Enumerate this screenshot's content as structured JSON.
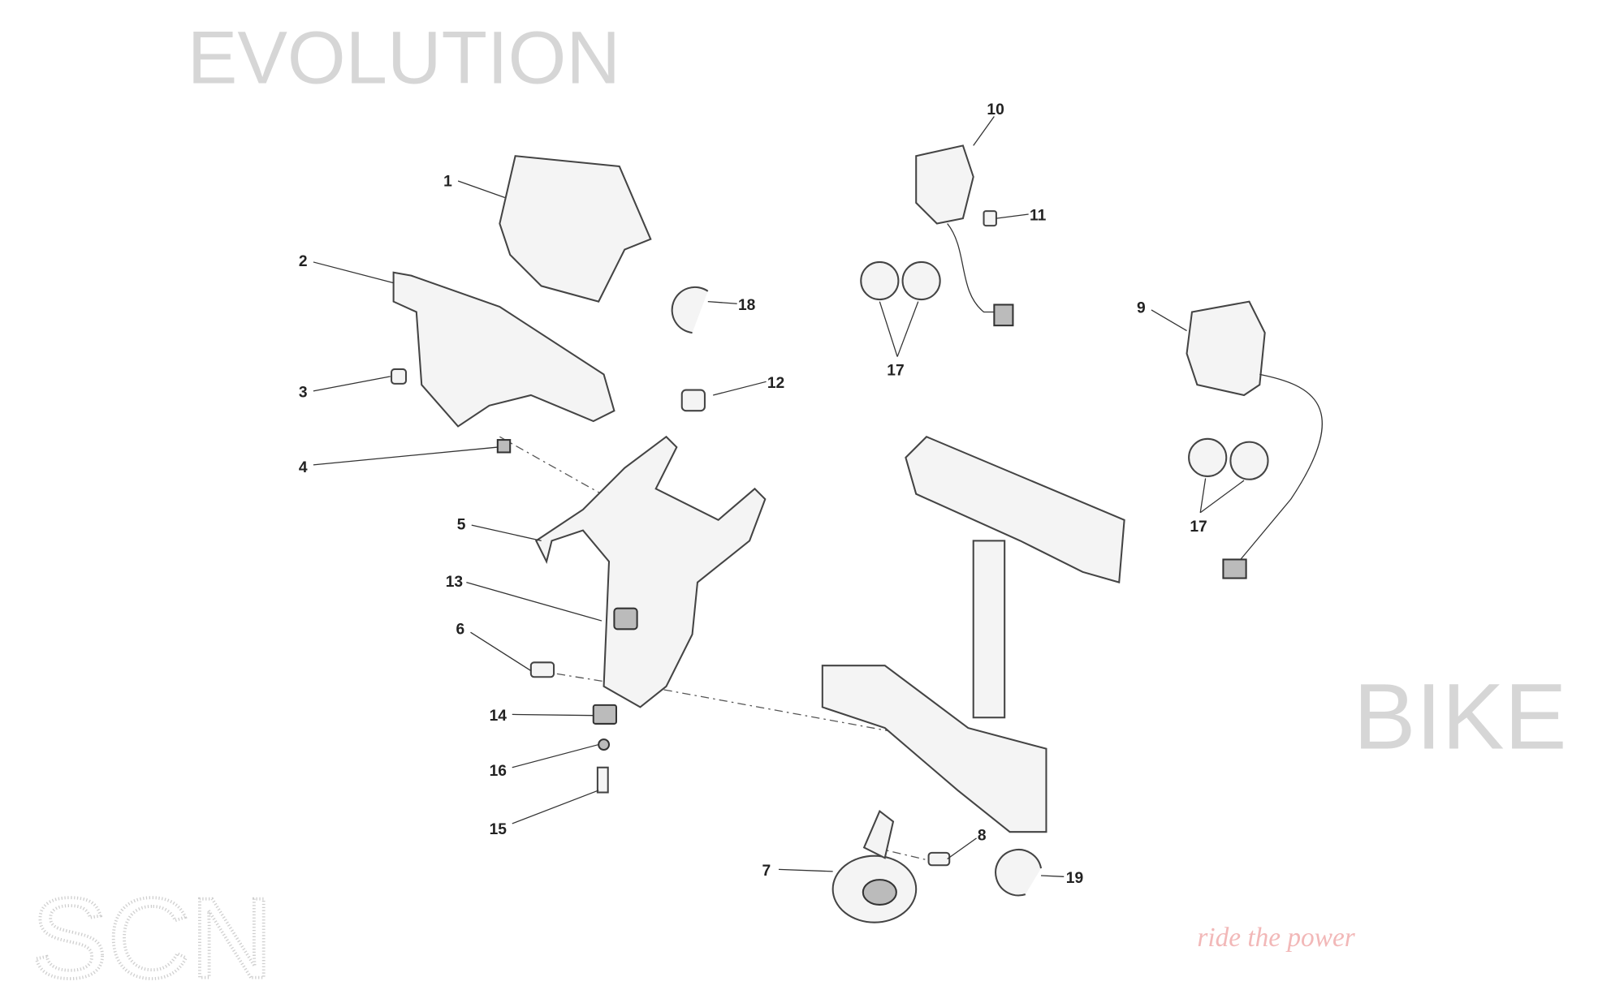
{
  "diagram": {
    "labels": [
      "1",
      "2",
      "3",
      "4",
      "5",
      "6",
      "7",
      "8",
      "9",
      "10",
      "11",
      "12",
      "13",
      "14",
      "15",
      "16",
      "17",
      "17",
      "18",
      "19"
    ],
    "watermark": {
      "main": "EVOLUTION",
      "sub": "BIKE",
      "tagline": "ride the power",
      "stipple": "SCN"
    },
    "colors": {
      "line": "#333333",
      "watermark": "#d6d6d6",
      "tagline": "#f2b8b8"
    }
  }
}
